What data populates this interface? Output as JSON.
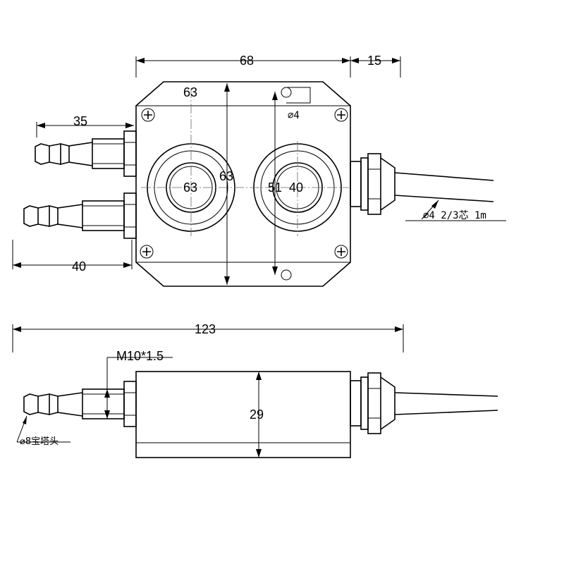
{
  "dimensions": {
    "top_width": "68",
    "gland_length": "15",
    "nozzle_length_upper": "35",
    "nozzle_length_lower": "40",
    "inner_width": "63",
    "inner_height": "63",
    "port_left_diameter": "63",
    "port_right_outer": "51",
    "port_right_inner": "40",
    "mount_hole": "⌀4",
    "overall_length": "123",
    "thread": "M10*1.5",
    "body_height": "29"
  },
  "notes": {
    "cable": "⌀4 2/3芯 1m",
    "hose_barb": "⌀8宝塔头"
  }
}
